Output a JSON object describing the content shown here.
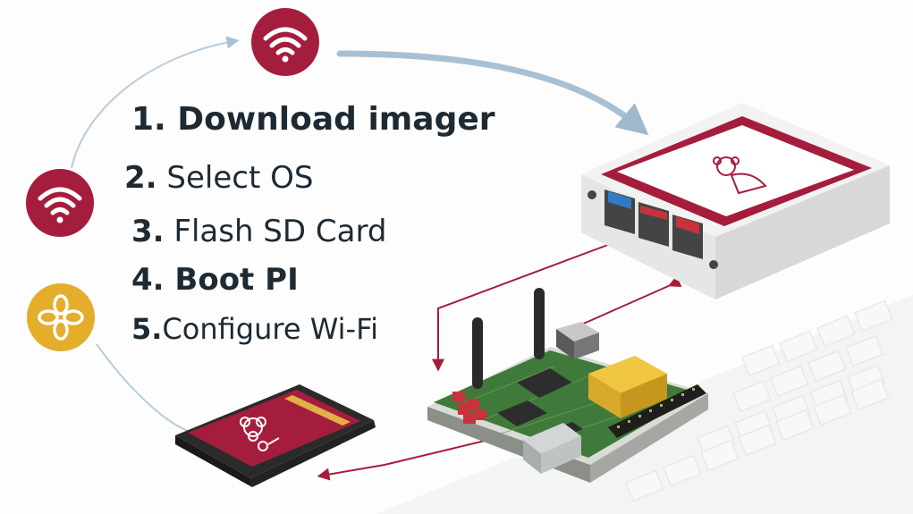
{
  "steps": [
    {
      "number": "1.",
      "label": "Download imager"
    },
    {
      "number": "2.",
      "label": "Select OS"
    },
    {
      "number": "3.",
      "label": "Flash SD Card"
    },
    {
      "number": "4.",
      "label": "Boot PI"
    },
    {
      "number": "5.",
      "label": "Configure Wi-Fi"
    }
  ],
  "icons": [
    "wifi-icon",
    "wifi-icon",
    "clover-icon",
    "raspberry-logo-icon"
  ],
  "colors": {
    "brand_red": "#a51d3d",
    "accent_yellow": "#e4ad2a",
    "arrow_blue": "#a8c0d4",
    "text": "#1e2a33",
    "board_green": "#3f7a3a"
  }
}
